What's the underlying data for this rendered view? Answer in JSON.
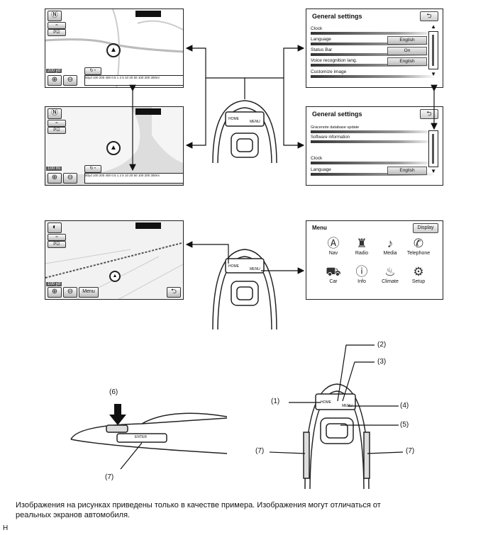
{
  "settings1": {
    "title": "General settings",
    "back": "⮌",
    "rows": [
      {
        "label": "Clock",
        "value": ""
      },
      {
        "label": "Language",
        "value": "English"
      },
      {
        "label": "Status Bar",
        "value": "On"
      },
      {
        "label": "Voice recognition lang.",
        "value": "English"
      },
      {
        "label": "Customize image",
        "value": ""
      }
    ]
  },
  "settings2": {
    "title": "General settings",
    "back": "⮌",
    "rows": [
      {
        "label": "Gracenote database update",
        "value": ""
      },
      {
        "label": "Software information",
        "value": ""
      },
      {
        "label": "Clock",
        "value": ""
      },
      {
        "label": "Language",
        "value": "English"
      }
    ]
  },
  "map1": {
    "distance": "200 yd"
  },
  "map2": {
    "distance": "100 mi"
  },
  "map3": {
    "distance": "100 yd",
    "menu_label": "Menu"
  },
  "scale": {
    "ticks": "50yd 100 200 400 0.5 1 2 5 10 20 50 100 200 300mi"
  },
  "menu": {
    "title": "Menu",
    "display": "Display",
    "items": [
      {
        "label": "Nav",
        "icon": "Ⓐ"
      },
      {
        "label": "Radio",
        "icon": "♜"
      },
      {
        "label": "Media",
        "icon": "♪"
      },
      {
        "label": "Telephone",
        "icon": "✆"
      },
      {
        "label": "Car",
        "icon": "⛟"
      },
      {
        "label": "Info",
        "icon": "ⓘ"
      },
      {
        "label": "Climate",
        "icon": "♨"
      },
      {
        "label": "Setup",
        "icon": "⚙"
      }
    ]
  },
  "controller": {
    "home": "HOME",
    "menu": "MENU",
    "enter": "ENTER"
  },
  "callouts": {
    "c1": "(1)",
    "c2": "(2)",
    "c3": "(3)",
    "c4": "(4)",
    "c5": "(5)",
    "c6": "(6)",
    "c7a": "(7)",
    "c7b": "(7)",
    "c7c": "(7)"
  },
  "note": "Изображения на рисунках приведены только в качестве примера. Изображения могут отличаться от реальных экранов автомобиля.",
  "corner_letter": "H"
}
